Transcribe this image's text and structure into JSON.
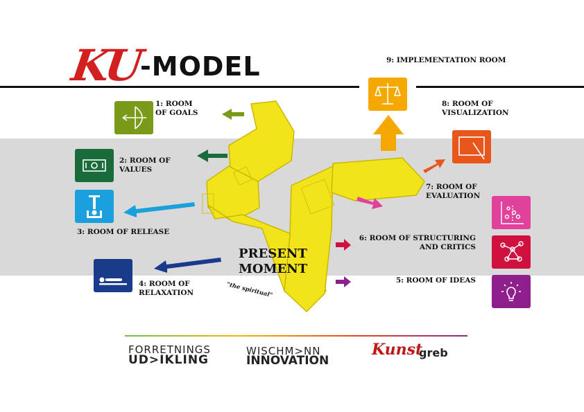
{
  "header": {
    "title_ku": "KU",
    "title_model": "-MODEL"
  },
  "rooms": {
    "r1": "1: ROOM\nOF GOALS",
    "r2": "2: ROOM OF\nVALUES",
    "r3": "3: ROOM OF RELEASE",
    "r4": "4: ROOM OF\nRELAXATION",
    "r5": "5: ROOM OF IDEAS",
    "r6": "6: ROOM OF STRUCTURING\nAND CRITICS",
    "r7": "7: ROOM OF\nEVALUATION",
    "r8": "8: ROOM OF\nVISUALIZATION",
    "r9": "9: IMPLEMENTATION ROOM"
  },
  "center": {
    "present": "PRESENT\nMOMENT",
    "spiritual": "\"the spiritual\""
  },
  "colors": {
    "goals": "#7a9a1a",
    "values": "#1a6b3a",
    "release": "#1aa0dc",
    "relaxation": "#1a3a8c",
    "ideas": "#8e1f8c",
    "structuring": "#d0103f",
    "evaluation": "#e0419a",
    "visualization": "#e8561c",
    "implementation": "#f5a800",
    "block": "#f2e31a"
  },
  "icons": {
    "goals": "bow-arrow-icon",
    "values": "money-bill-icon",
    "release": "handstand-icon",
    "relaxation": "lying-person-icon",
    "ideas": "lightbulb-icon",
    "structuring": "network-icon",
    "evaluation": "scatter-plot-icon",
    "visualization": "drawing-board-icon",
    "implementation": "scales-icon"
  },
  "footer": {
    "logo1_line1": "FORRETNINGS",
    "logo1_line2": "UD>IKLING",
    "logo2_line1": "WISCHM>NN",
    "logo2_line2": "INNOVATION",
    "logo3_script": "Kunst",
    "logo3_tail": "greb"
  }
}
